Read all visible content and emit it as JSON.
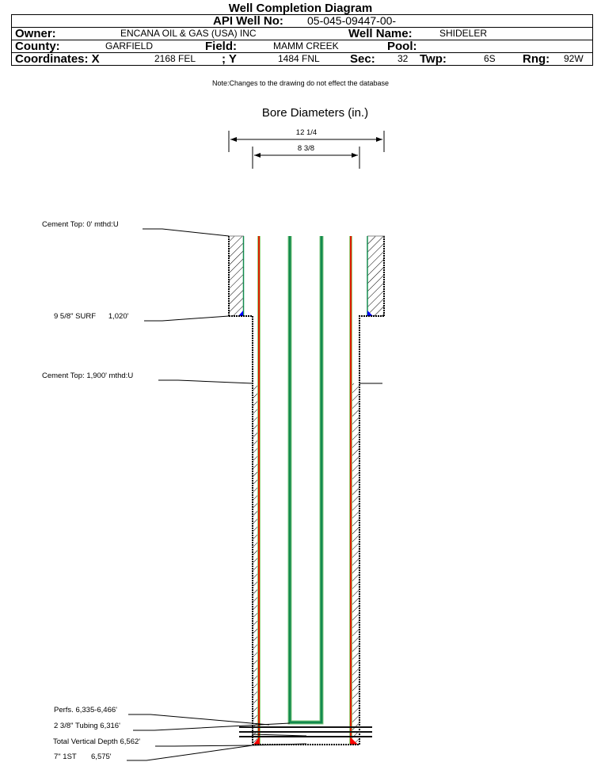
{
  "header": {
    "title": "Well Completion Diagram",
    "api_label": "API Well No:",
    "api_value": "05-045-09447-00-",
    "owner_label": "Owner:",
    "owner_value": "ENCANA OIL & GAS (USA) INC",
    "well_name_label": "Well Name:",
    "well_name_value": "SHIDELER",
    "county_label": "County:",
    "county_value": "GARFIELD",
    "field_label": "Field:",
    "field_value": "MAMM CREEK",
    "pool_label": "Pool:",
    "pool_value": "",
    "coord_x_label": "Coordinates: X",
    "coord_x_value": "2168 FEL",
    "coord_y_label": "; Y",
    "coord_y_value": "1484 FNL",
    "sec_label": "Sec:",
    "sec_value": "32",
    "twp_label": "Twp:",
    "twp_value": "6S",
    "rng_label": "Rng:",
    "rng_value": "92W",
    "note": "Note:Changes to the drawing do not effect the database"
  },
  "bore": {
    "title": "Bore Diameters (in.)",
    "diameters": [
      "12 1/4",
      "8 3/8"
    ]
  },
  "annotations": {
    "cement_top_surface": "Cement Top: 0' mthd:U",
    "surface_casing": "9 5/8\" SURF      1,020'",
    "cement_top_production": "Cement Top: 1,900' mthd:U",
    "perfs": "Perfs. 6,335-6,466'",
    "tubing": "2 3/8\" Tubing 6,316'",
    "tvd": "Total Vertical Depth 6,562'",
    "production_casing": "7\" 1ST       6,575'"
  },
  "colors": {
    "casing_red": "#e01b00",
    "casing_outline": "#6b8f3a",
    "tubing_green": "#138a4e",
    "tubing_outline": "#7fc97f",
    "cement_shoe_blue": "#0000ff",
    "cement_shoe_red": "#ff0000"
  }
}
